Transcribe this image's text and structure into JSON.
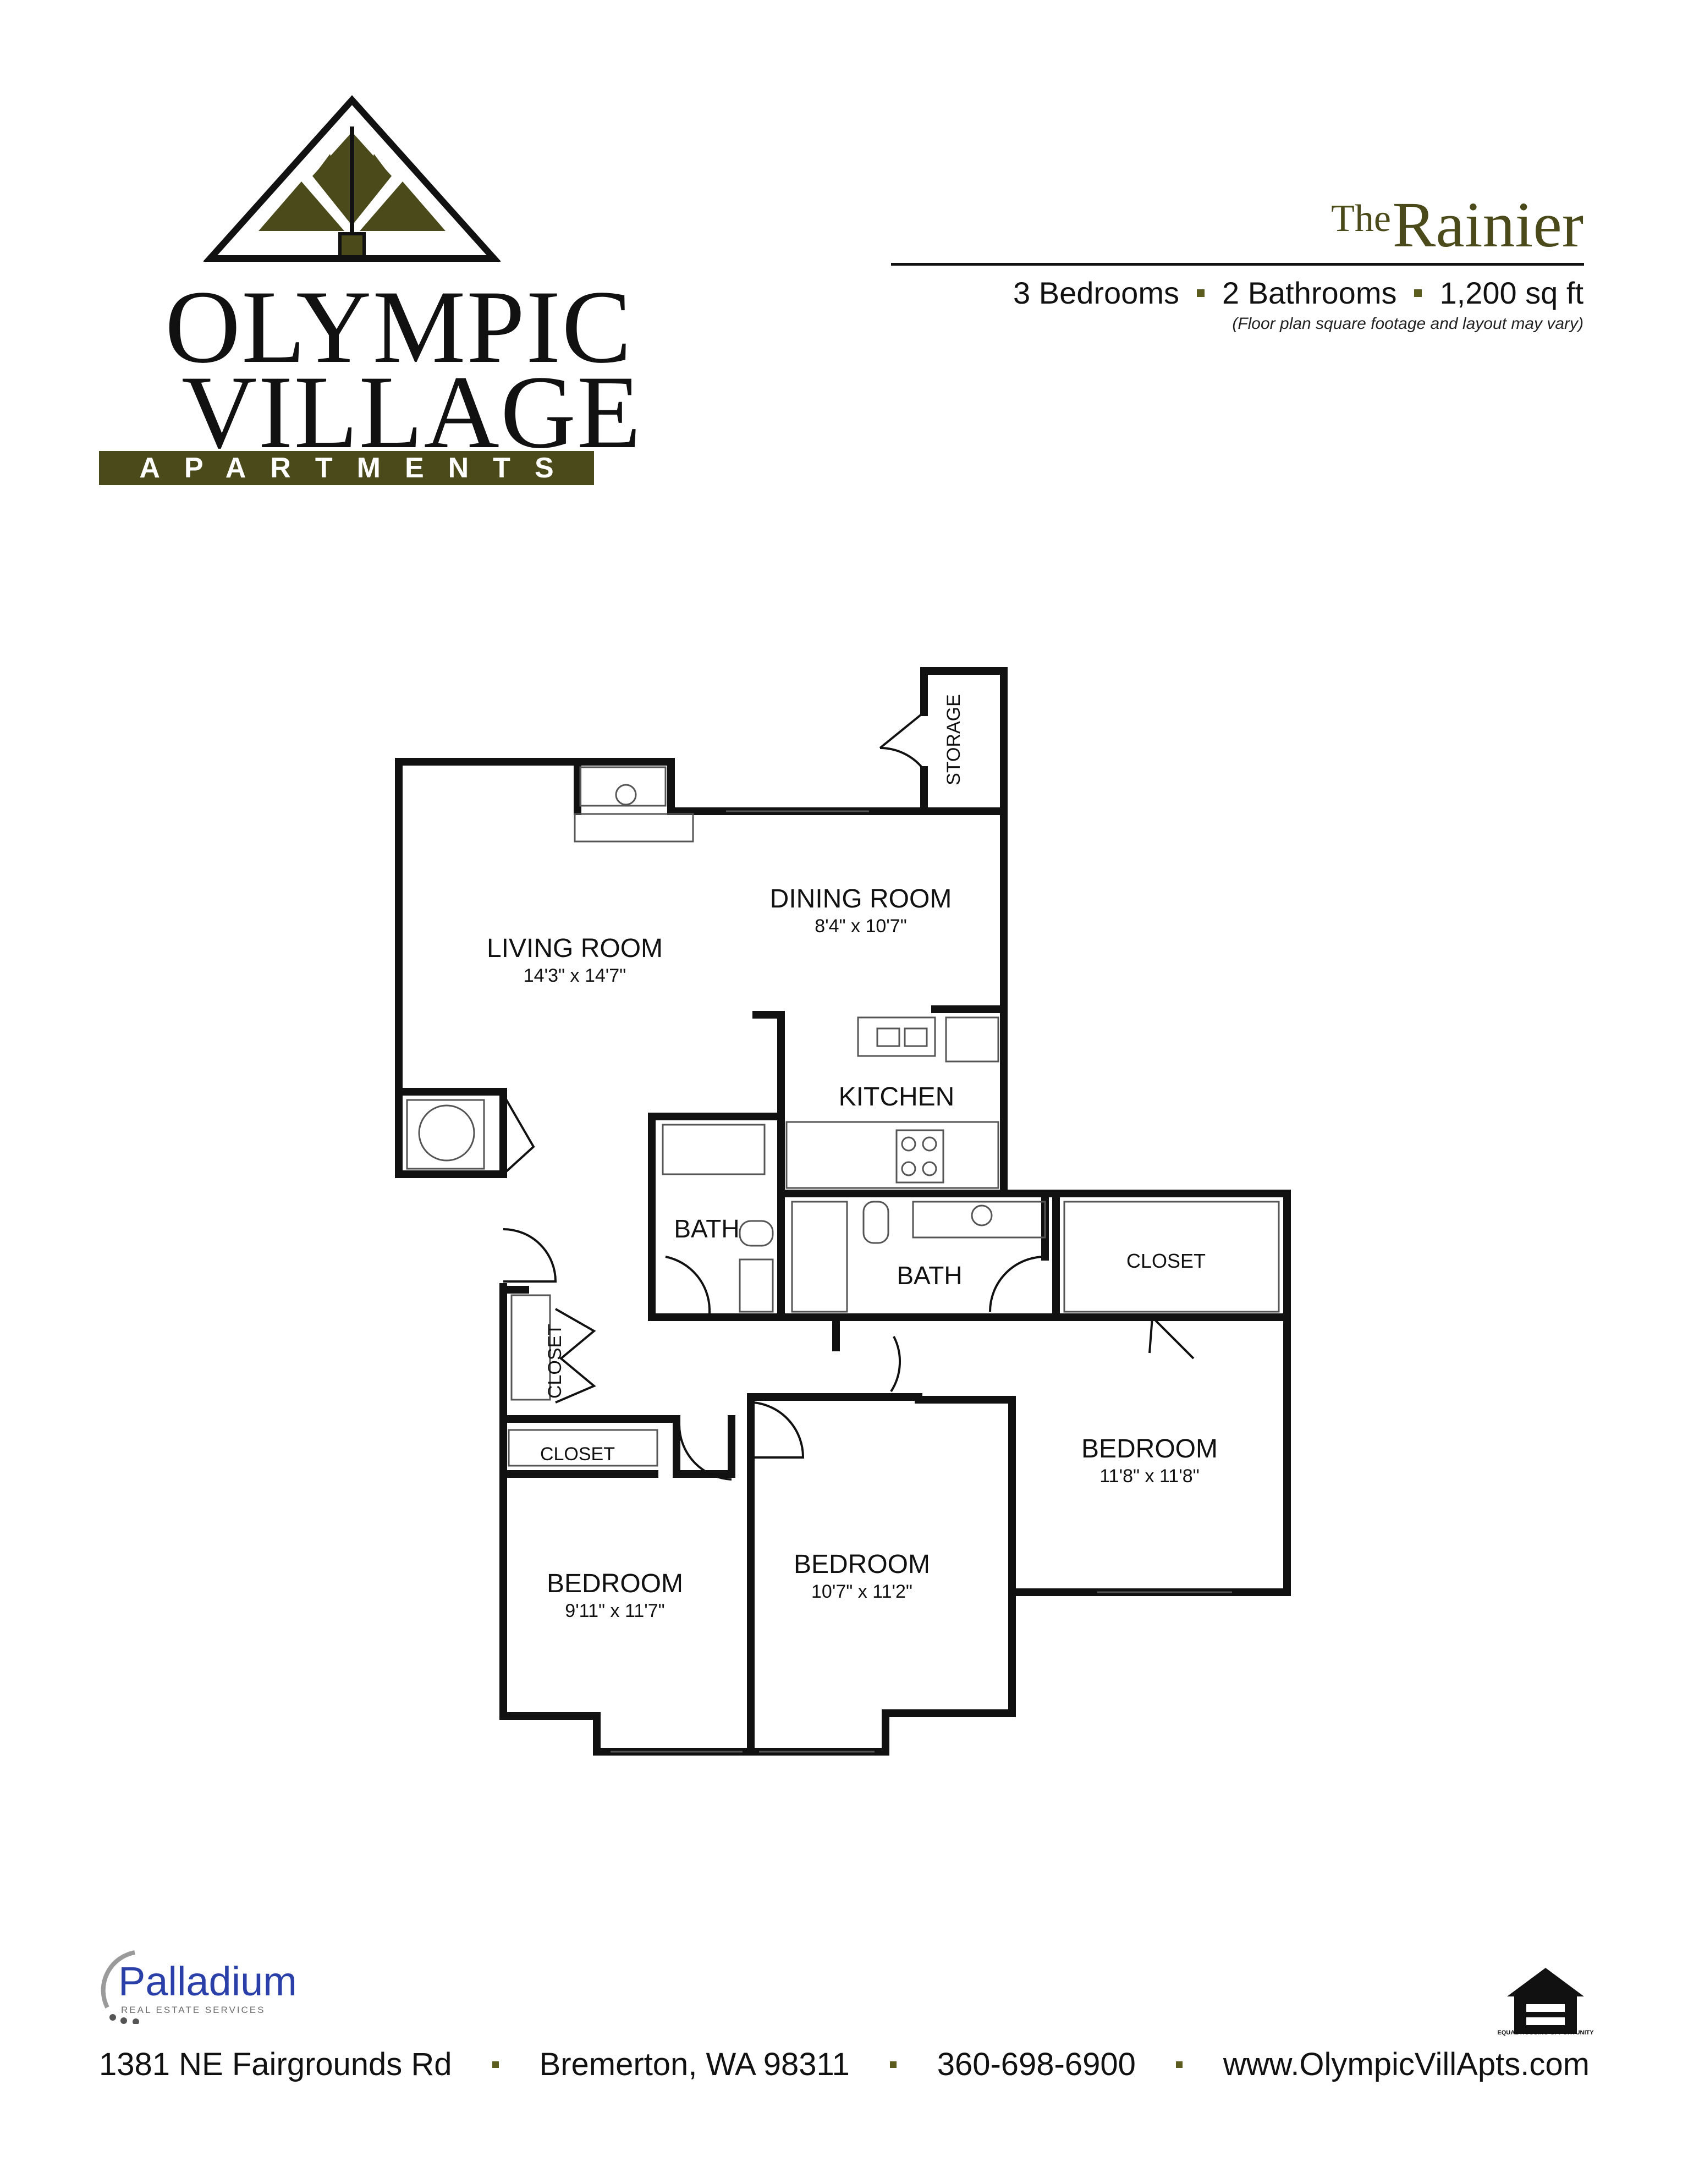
{
  "logo": {
    "line1": "OLYMPIC",
    "line2": "VILLAGE",
    "band": "APARTMENTS",
    "colors": {
      "olive": "#4a4a1a"
    }
  },
  "title": {
    "prefix": "The",
    "name": "Rainier"
  },
  "specs": {
    "bedrooms": "3 Bedrooms",
    "bathrooms": "2 Bathrooms",
    "area": "1,200 sq ft",
    "disclaimer": "(Floor plan square footage and layout may vary)"
  },
  "rooms": {
    "storage": {
      "name": "STORAGE"
    },
    "living": {
      "name": "LIVING ROOM",
      "dims": "14'3\" x 14'7\""
    },
    "dining": {
      "name": "DINING ROOM",
      "dims": "8'4\" x 10'7\""
    },
    "kitchen": {
      "name": "KITCHEN"
    },
    "bath1": {
      "name": "BATH"
    },
    "bath2": {
      "name": "BATH"
    },
    "closet_hall": {
      "name": "CLOSET"
    },
    "closet_bed1": {
      "name": "CLOSET"
    },
    "closet_bed3": {
      "name": "CLOSET"
    },
    "bedroom1": {
      "name": "BEDROOM",
      "dims": "9'11\" x 11'7\""
    },
    "bedroom2": {
      "name": "BEDROOM",
      "dims": "10'7\" x 11'2\""
    },
    "bedroom3": {
      "name": "BEDROOM",
      "dims": "11'8\" x 11'8\""
    }
  },
  "footer": {
    "brand": "Palladium",
    "brand_sub": "REAL ESTATE SERVICES",
    "address": "1381 NE Fairgrounds Rd",
    "city": "Bremerton, WA 98311",
    "phone": "360-698-6900",
    "website": "www.OlympicVillApts.com",
    "eho": "EQUAL HOUSING OPPORTUNITY"
  }
}
